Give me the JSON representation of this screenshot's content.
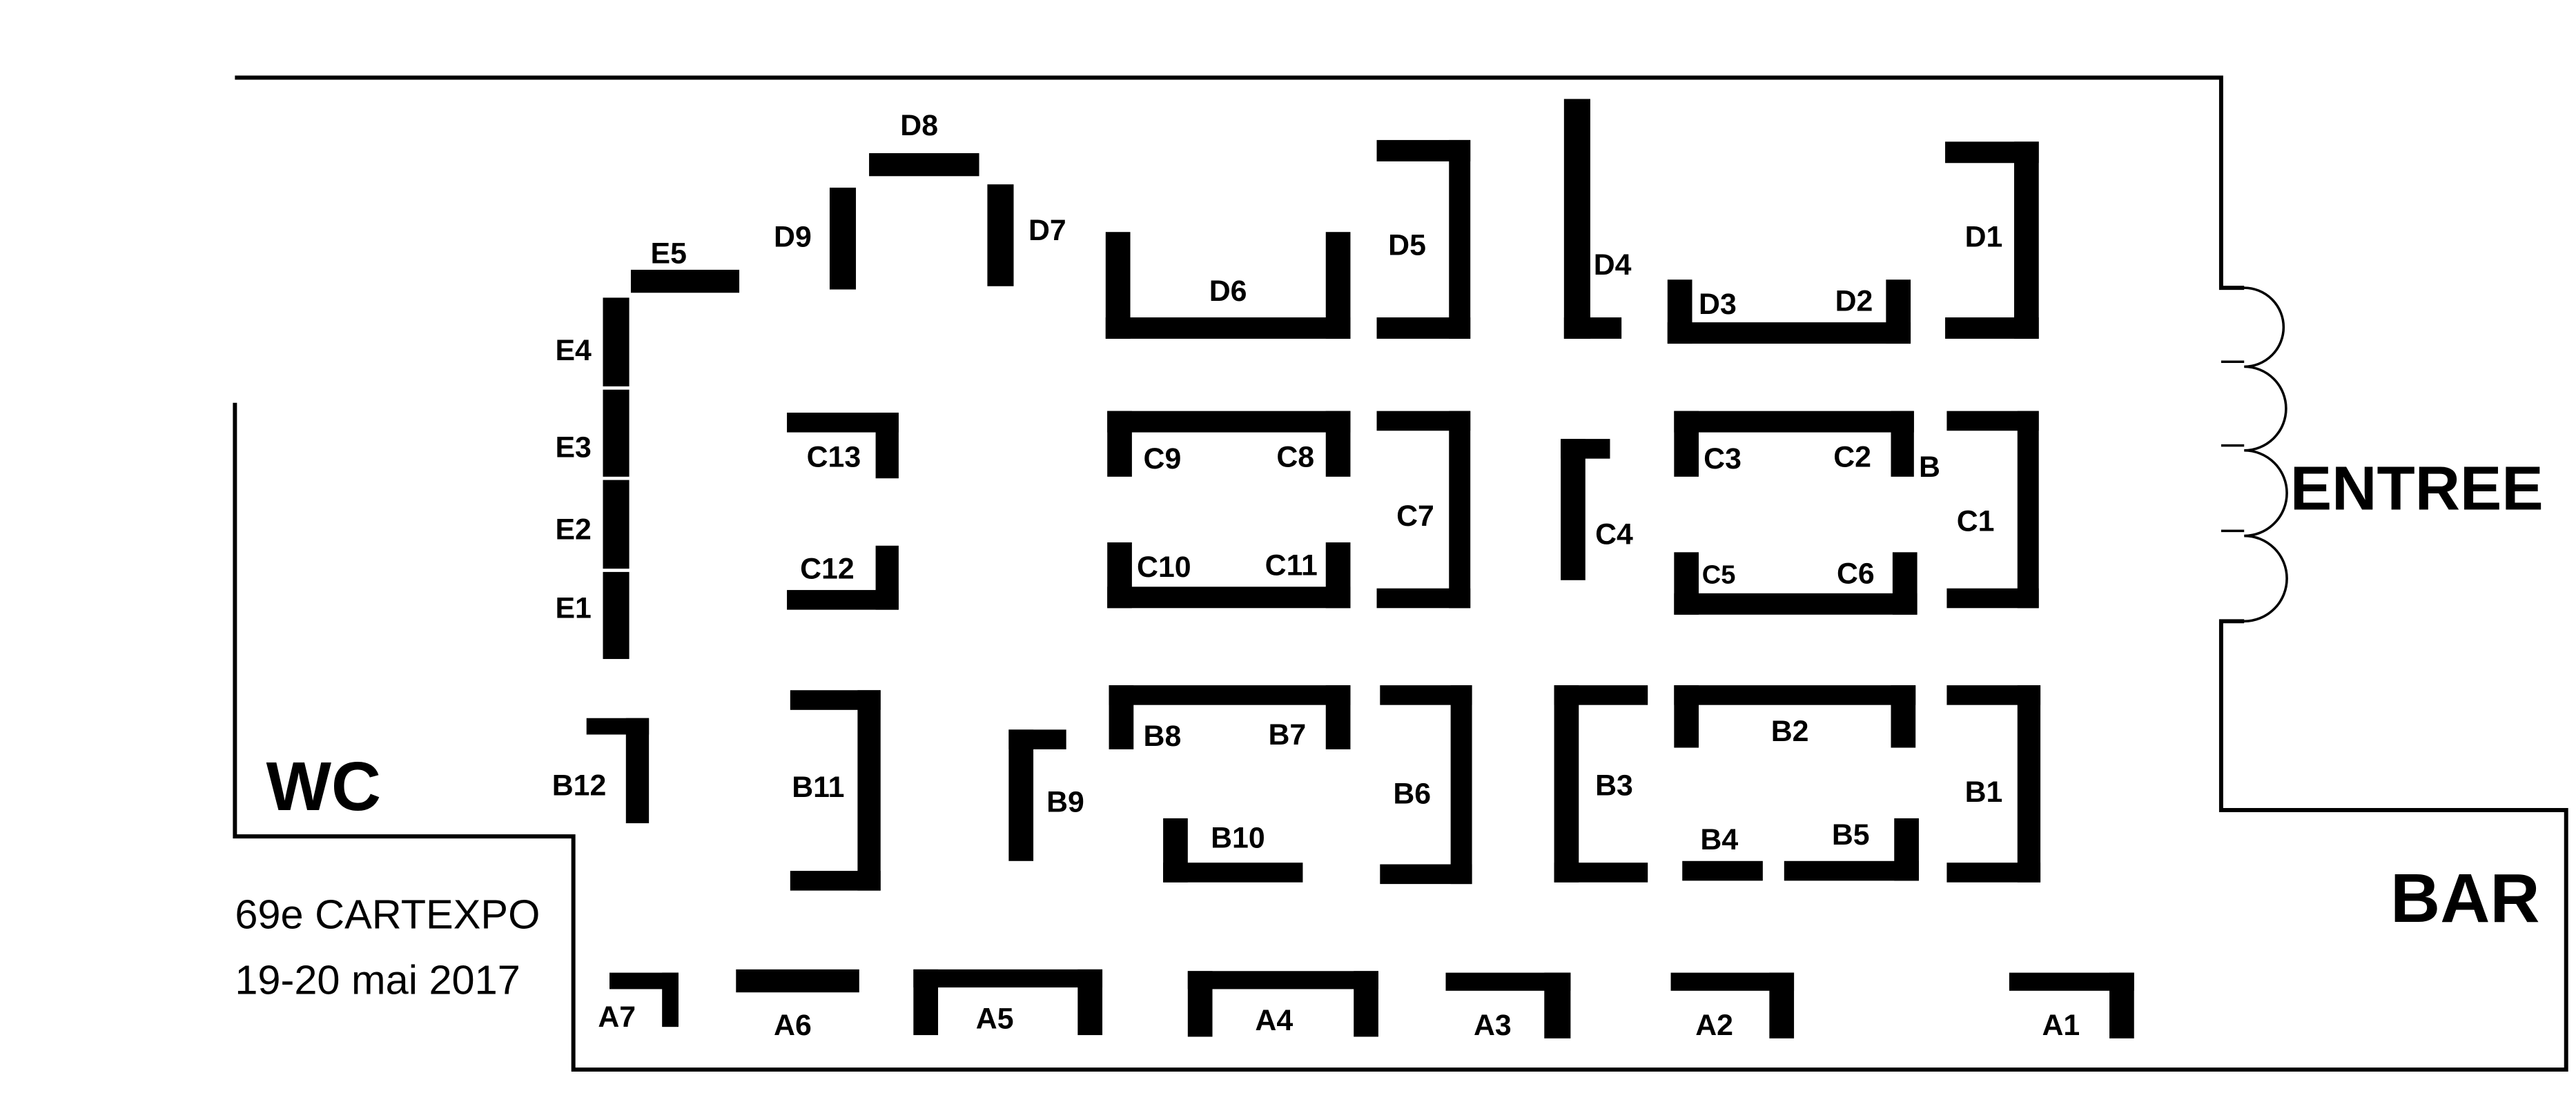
{
  "colors": {
    "ink": "#000000",
    "paper": "#ffffff"
  },
  "areas": {
    "entree": "ENTREE",
    "bar": "BAR",
    "wc": "WC"
  },
  "event": {
    "name": "69e CARTEXPO",
    "dates": "19-20 mai 2017"
  },
  "booths": {
    "A1": "A1",
    "A2": "A2",
    "A3": "A3",
    "A4": "A4",
    "A5": "A5",
    "A6": "A6",
    "A7": "A7",
    "B": "B",
    "B1": "B1",
    "B2": "B2",
    "B3": "B3",
    "B4": "B4",
    "B5": "B5",
    "B6": "B6",
    "B7": "B7",
    "B8": "B8",
    "B9": "B9",
    "B10": "B10",
    "B11": "B11",
    "B12": "B12",
    "C1": "C1",
    "C2": "C2",
    "C3": "C3",
    "C4": "C4",
    "C5": "C5",
    "C6": "C6",
    "C7": "C7",
    "C8": "C8",
    "C9": "C9",
    "C10": "C10",
    "C11": "C11",
    "C12": "C12",
    "C13": "C13",
    "D1": "D1",
    "D2": "D2",
    "D3": "D3",
    "D4": "D4",
    "D5": "D5",
    "D6": "D6",
    "D7": "D7",
    "D8": "D8",
    "D9": "D9",
    "E1": "E1",
    "E2": "E2",
    "E3": "E3",
    "E4": "E4",
    "E5": "E5"
  }
}
